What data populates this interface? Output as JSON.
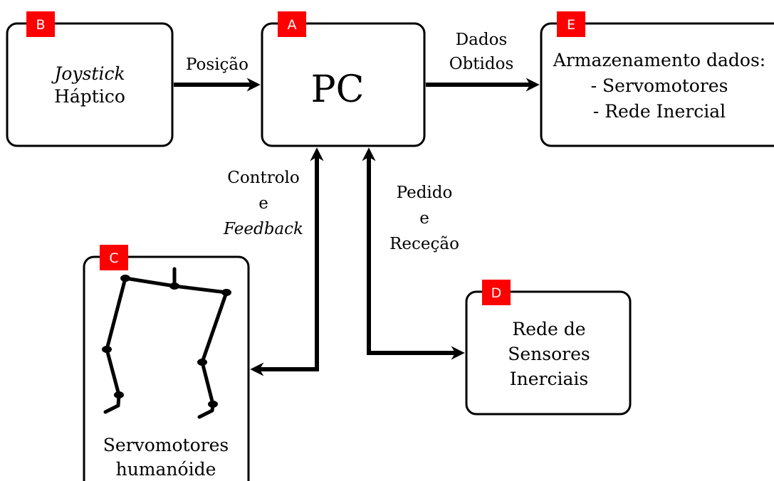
{
  "colors": {
    "badge": "#ff0000",
    "ink": "#000000",
    "background": "#ffffff"
  },
  "boxes": {
    "pc": {
      "badge": "A",
      "title": "PC"
    },
    "joystick": {
      "badge": "B",
      "line1": "Joystick",
      "line2": "Háptico"
    },
    "servos": {
      "badge": "C",
      "line1": "Servomotores",
      "line2": "humanóide"
    },
    "sensors": {
      "badge": "D",
      "line1": "Rede de",
      "line2": "Sensores",
      "line3": "Inerciais"
    },
    "storage": {
      "badge": "E",
      "line1": "Armazenamento dados:",
      "line2": "- Servomotores",
      "line3": "- Rede Inercial"
    }
  },
  "arrows": {
    "position": {
      "label": "Posição"
    },
    "data_obtained": {
      "line1": "Dados",
      "line2": "Obtidos"
    },
    "control": {
      "line1": "Controlo",
      "line2": "e",
      "line3": "Feedback"
    },
    "request": {
      "line1": "Pedido",
      "line2": "e",
      "line3": "Receção"
    }
  },
  "icons": {
    "robot": "humanoid-legs-skeleton"
  }
}
